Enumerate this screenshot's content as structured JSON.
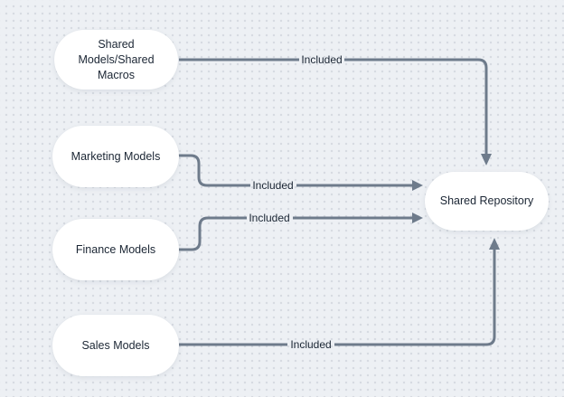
{
  "diagram": {
    "colors": {
      "background": "#edf0f4",
      "dot_grid": "#d6dae1",
      "node_fill": "#ffffff",
      "connector": "#6e7b8b",
      "text": "#1b2634"
    },
    "nodes": [
      {
        "id": "shared-models-macros",
        "label": "Shared Models/Shared Macros",
        "label_lines": [
          "Shared",
          "Models/Shared",
          "Macros"
        ]
      },
      {
        "id": "marketing-models",
        "label": "Marketing Models"
      },
      {
        "id": "finance-models",
        "label": "Finance Models"
      },
      {
        "id": "sales-models",
        "label": "Sales Models"
      },
      {
        "id": "shared-repository",
        "label": "Shared Repository"
      }
    ],
    "edges": [
      {
        "from": "shared-models-macros",
        "to": "shared-repository",
        "label": "Included"
      },
      {
        "from": "marketing-models",
        "to": "shared-repository",
        "label": "Included"
      },
      {
        "from": "finance-models",
        "to": "shared-repository",
        "label": "Included"
      },
      {
        "from": "sales-models",
        "to": "shared-repository",
        "label": "Included"
      }
    ]
  }
}
